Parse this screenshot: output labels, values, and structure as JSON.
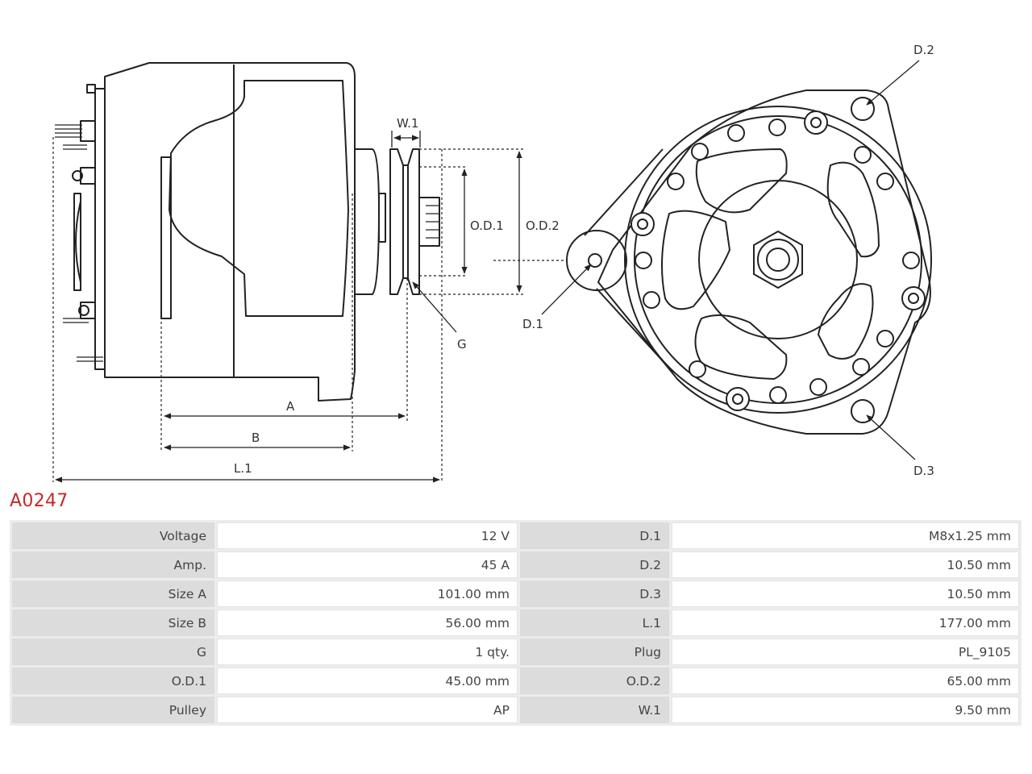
{
  "drawing": {
    "labels": {
      "w1": "W.1",
      "od1": "O.D.1",
      "od2": "O.D.2",
      "g": "G",
      "a": "A",
      "b": "B",
      "l1": "L.1",
      "d1": "D.1",
      "d2": "D.2",
      "d3": "D.3"
    }
  },
  "part_number": "A0247",
  "specs": [
    {
      "key": "Voltage",
      "value": "12 V",
      "key2": "D.1",
      "value2": "M8x1.25 mm"
    },
    {
      "key": "Amp.",
      "value": "45 A",
      "key2": "D.2",
      "value2": "10.50 mm"
    },
    {
      "key": "Size A",
      "value": "101.00 mm",
      "key2": "D.3",
      "value2": "10.50 mm"
    },
    {
      "key": "Size B",
      "value": "56.00 mm",
      "key2": "L.1",
      "value2": "177.00 mm"
    },
    {
      "key": "G",
      "value": "1 qty.",
      "key2": "Plug",
      "value2": "PL_9105"
    },
    {
      "key": "O.D.1",
      "value": "45.00 mm",
      "key2": "O.D.2",
      "value2": "65.00 mm"
    },
    {
      "key": "Pulley",
      "value": "AP",
      "key2": "W.1",
      "value2": "9.50 mm"
    }
  ],
  "colors": {
    "accent": "#c62828",
    "key_cell": "#dcdcdc"
  }
}
